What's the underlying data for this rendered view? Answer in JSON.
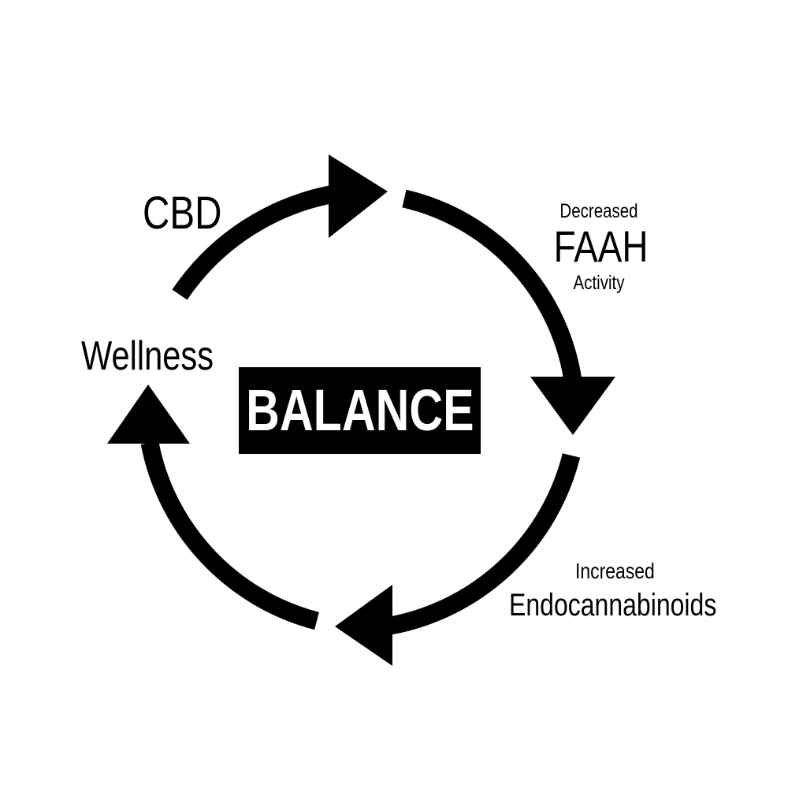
{
  "diagram": {
    "nodes": {
      "cbd": "CBD",
      "decreased": "Decreased",
      "faah": "FAAH",
      "activity": "Activity",
      "increased": "Increased",
      "endocannabinoids": "Endocannabinoids",
      "wellness": "Wellness"
    },
    "center": "BALANCE",
    "colors": {
      "ink": "#000000",
      "background": "#ffffff",
      "center_text": "#ffffff"
    },
    "cycle_direction": "clockwise",
    "arrow_count": 4
  }
}
